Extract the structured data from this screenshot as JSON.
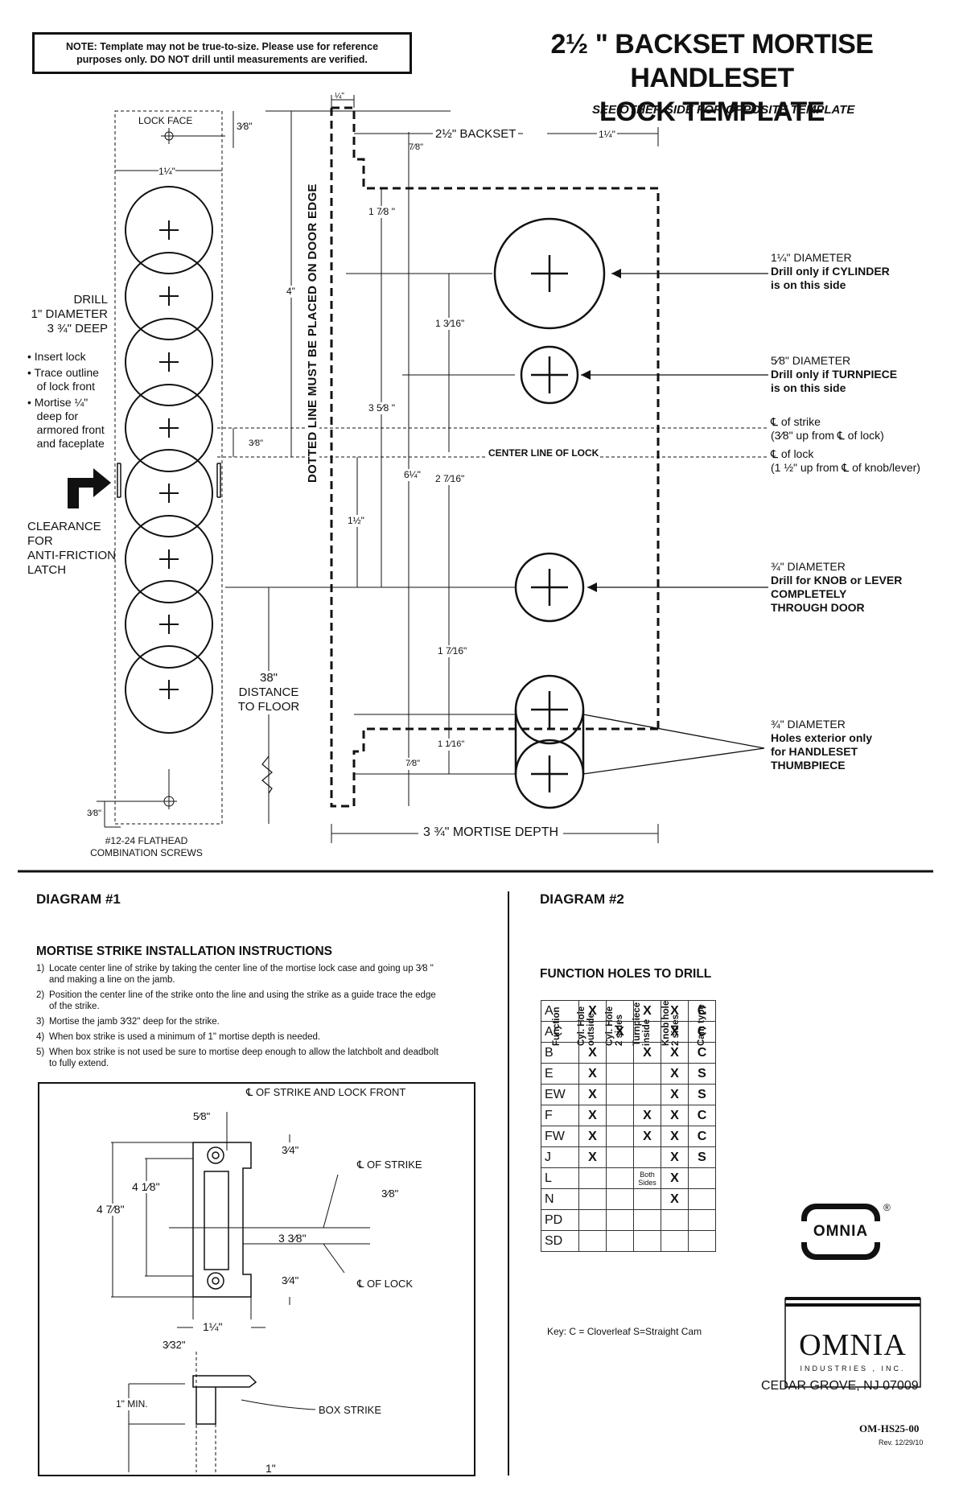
{
  "note": {
    "line1": "NOTE: Template may not be true-to-size. Please use for reference",
    "line2": "purposes only. DO NOT drill until measurements are verified."
  },
  "title": {
    "line1": "2½ \" BACKSET MORTISE HANDLESET",
    "line2": "LOCK TEMPLATE",
    "subtitle": "SEE OTHER SIDE FOR OPPOSITE TEMPLATE"
  },
  "template": {
    "lock_face": "LOCK FACE",
    "dim_3_8_top": "3⁄8\"",
    "dim_1_4_left": "1¼\"",
    "dim_1_4_top": "¼\"",
    "dim_7_8_top": "7⁄8\"",
    "backset": "2½\"  BACKSET",
    "dim_1_4_right": "1¼\"",
    "dim_4": "4\"",
    "dim_1_7_8": "1 7⁄8 \"",
    "dim_1_3_16": "1 3⁄16\"",
    "dim_3_5_8": "3 5⁄8 \"",
    "dim_3_8_mid": "3⁄8\"",
    "dim_6_1_4": "6¼\"",
    "dim_2_7_16": "2 7⁄16\"",
    "dim_1_1_2": "1½\"",
    "dim_1_7_16": "1 7⁄16\"",
    "dim_1_1_16": "1 1⁄16\"",
    "dim_7_8_bot": "7⁄8\"",
    "dim_3_8_bot": "3⁄8\"",
    "dotted_line": "DOTTED LINE MUST BE PLACED ON DOOR EDGE",
    "center_line": "CENTER LINE OF LOCK",
    "mortise_depth": "3 ¾\" MORTISE DEPTH",
    "drill": [
      "DRILL",
      "1\" DIAMETER",
      "3 ¾\" DEEP"
    ],
    "bullets": [
      [
        "Insert lock"
      ],
      [
        "Trace outline",
        "of lock front"
      ],
      [
        "Mortise ¼\"",
        "deep for",
        "armored front",
        "and faceplate"
      ]
    ],
    "clearance": [
      "CLEARANCE",
      "FOR",
      "ANTI-FRICTION",
      "LATCH"
    ],
    "distance": [
      "38\"",
      "DISTANCE",
      "TO FLOOR"
    ],
    "screws": [
      "#12-24 FLATHEAD",
      "COMBINATION SCREWS"
    ],
    "callouts": {
      "cyl": [
        "1¼\" DIAMETER",
        "Drill only if CYLINDER",
        "is on this side"
      ],
      "turn": [
        "5⁄8\" DIAMETER",
        "Drill only if TURNPIECE",
        "is on this side"
      ],
      "strike": [
        "℄ of strike",
        "(3⁄8\" up from ℄ of lock)"
      ],
      "lockc": [
        "℄ of lock",
        "(1 ½\" up from ℄ of knob/lever)"
      ],
      "knob": [
        "¾\" DIAMETER",
        "Drill for KNOB or LEVER",
        "COMPLETELY",
        "THROUGH DOOR"
      ],
      "thumb": [
        "¾\" DIAMETER",
        "Holes exterior only",
        "for HANDLESET",
        "THUMBPIECE"
      ]
    }
  },
  "diagram1": {
    "heading": "DIAGRAM #1",
    "instructions_title": "MORTISE STRIKE INSTALLATION INSTRUCTIONS",
    "steps": [
      [
        "1)",
        "Locate center line of strike by taking the center line of the mortise lock case and going up 3⁄8 \"",
        "and making a line on the jamb."
      ],
      [
        "2)",
        "Position the center line of the strike onto the line and using the strike as a guide trace the edge",
        "of the strike."
      ],
      [
        "3)",
        "Mortise the jamb 3⁄32\" deep for the strike.",
        ""
      ],
      [
        "4)",
        "When box strike is used a minimum of 1\" mortise depth is needed.",
        ""
      ],
      [
        "5)",
        "When box strike is not used be sure to mortise deep enough to allow the latchbolt and deadbolt",
        "to fully extend."
      ]
    ],
    "labels": {
      "cl_strike_front": "℄ OF STRIKE AND LOCK FRONT",
      "d5_8": "5⁄8\"",
      "d3_4a": "3⁄4\"",
      "cl_strike": "℄ OF STRIKE",
      "d4_1_8": "4 1⁄8\"",
      "d4_7_8": "4 7⁄8\"",
      "d3_8": "3⁄8\"",
      "d3_3_8": "3 3⁄8\"",
      "d3_4b": "3⁄4\"",
      "cl_lock": "℄ OF LOCK",
      "d1_1_4": "1¼\"",
      "d3_32": "3⁄32\"",
      "min1": "1\" MIN.",
      "box": "BOX STRIKE",
      "d1": "1\""
    }
  },
  "diagram2": {
    "heading": "DIAGRAM #2",
    "table_title": "FUNCTION HOLES TO DRILL",
    "columns": [
      "Function",
      "Cyl. Hole\noutside",
      "Cyl. Hole\n2 sides",
      "Turnpiece\ninside",
      "Knob hole\n2 sides",
      "Cam type"
    ],
    "rows": [
      [
        "A",
        "X",
        "",
        "X",
        "X",
        "C"
      ],
      [
        "AC",
        "",
        "X",
        "",
        "X",
        "C"
      ],
      [
        "B",
        "X",
        "",
        "X",
        "X",
        "C"
      ],
      [
        "E",
        "X",
        "",
        "",
        "X",
        "S"
      ],
      [
        "EW",
        "X",
        "",
        "",
        "X",
        "S"
      ],
      [
        "F",
        "X",
        "",
        "X",
        "X",
        "C"
      ],
      [
        "FW",
        "X",
        "",
        "X",
        "X",
        "C"
      ],
      [
        "J",
        "X",
        "",
        "",
        "X",
        "S"
      ],
      [
        "L",
        "",
        "",
        "Both\nSides",
        "X",
        ""
      ],
      [
        "N",
        "",
        "",
        "",
        "X",
        ""
      ],
      [
        "PD",
        "",
        "",
        "",
        "",
        ""
      ],
      [
        "SD",
        "",
        "",
        "",
        "",
        ""
      ]
    ],
    "key": "Key: C = Cloverleaf   S=Straight Cam"
  },
  "brand": {
    "logo_small": "OMNIA",
    "registered": "®",
    "logo_big": "OMNIA",
    "industries": "INDUSTRIES , INC.",
    "city": "CEDAR GROVE, NJ 07009",
    "code": "OM-HS25-00",
    "rev": "Rev. 12/29/10"
  }
}
